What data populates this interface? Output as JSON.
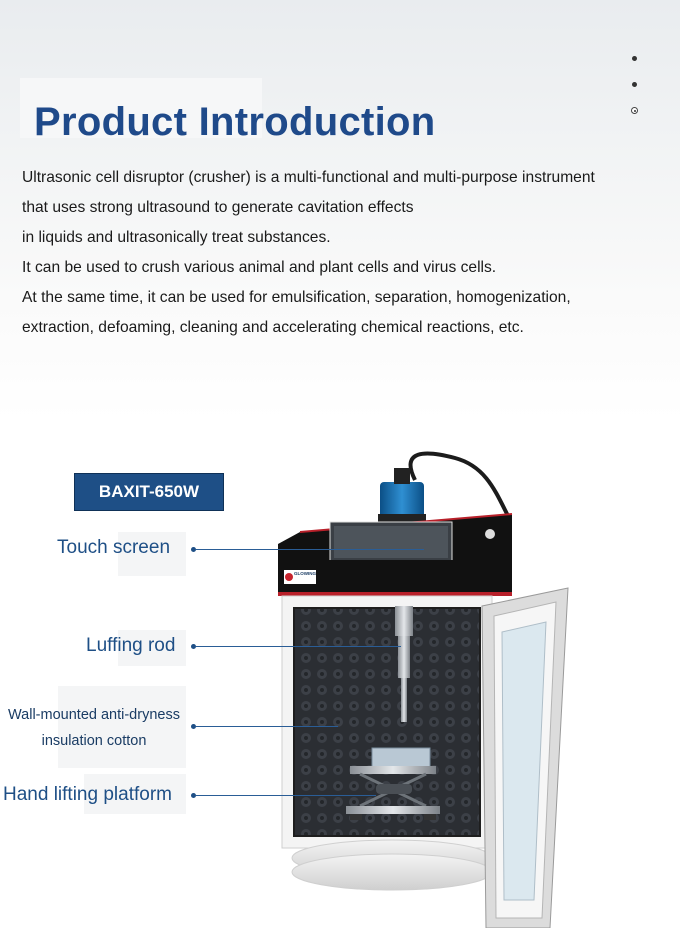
{
  "title": "Product Introduction",
  "intro_lines": [
    "Ultrasonic cell disruptor (crusher) is a multi-functional and multi-purpose instrument",
    "that uses strong ultrasound to generate cavitation effects",
    "in liquids and ultrasonically treat substances.",
    "It can be used to crush various animal and plant cells and virus cells.",
    "At the same time, it can be used for emulsification, separation, homogenization,",
    "extraction, defoaming, cleaning and accelerating chemical reactions, etc."
  ],
  "model": "BAXIT-650W",
  "labels": {
    "touch_screen": "Touch screen",
    "luffing_rod": "Luffing rod",
    "cotton_line1": "Wall-mounted anti-dryness",
    "cotton_line2": "insulation cotton",
    "platform": "Hand lifting platform"
  },
  "brand_logo": "GLOWING",
  "colors": {
    "title": "#1f4a8a",
    "tag": "#1e4f86",
    "label": "#1e4f86"
  }
}
